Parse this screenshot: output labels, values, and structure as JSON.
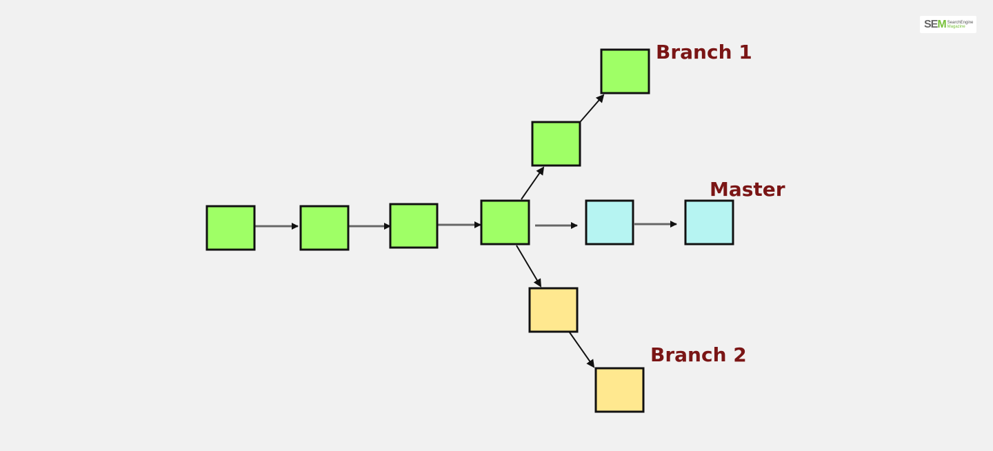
{
  "colors": {
    "background": "#f1f1f1",
    "master_commit": "#9fff66",
    "branch1_commit": "#9fff66",
    "master_new_commit": "#b6f4f2",
    "branch2_commit": "#ffe88f",
    "label": "#7a1515",
    "arrow_gray": "#666666",
    "arrow_black": "#111111"
  },
  "labels": {
    "branch1": "Branch 1",
    "master": "Master",
    "branch2": "Branch 2"
  },
  "logo": {
    "mark_left": "SE",
    "mark_right": "M",
    "line1": "SearchEngine",
    "line2": "Magazine"
  }
}
